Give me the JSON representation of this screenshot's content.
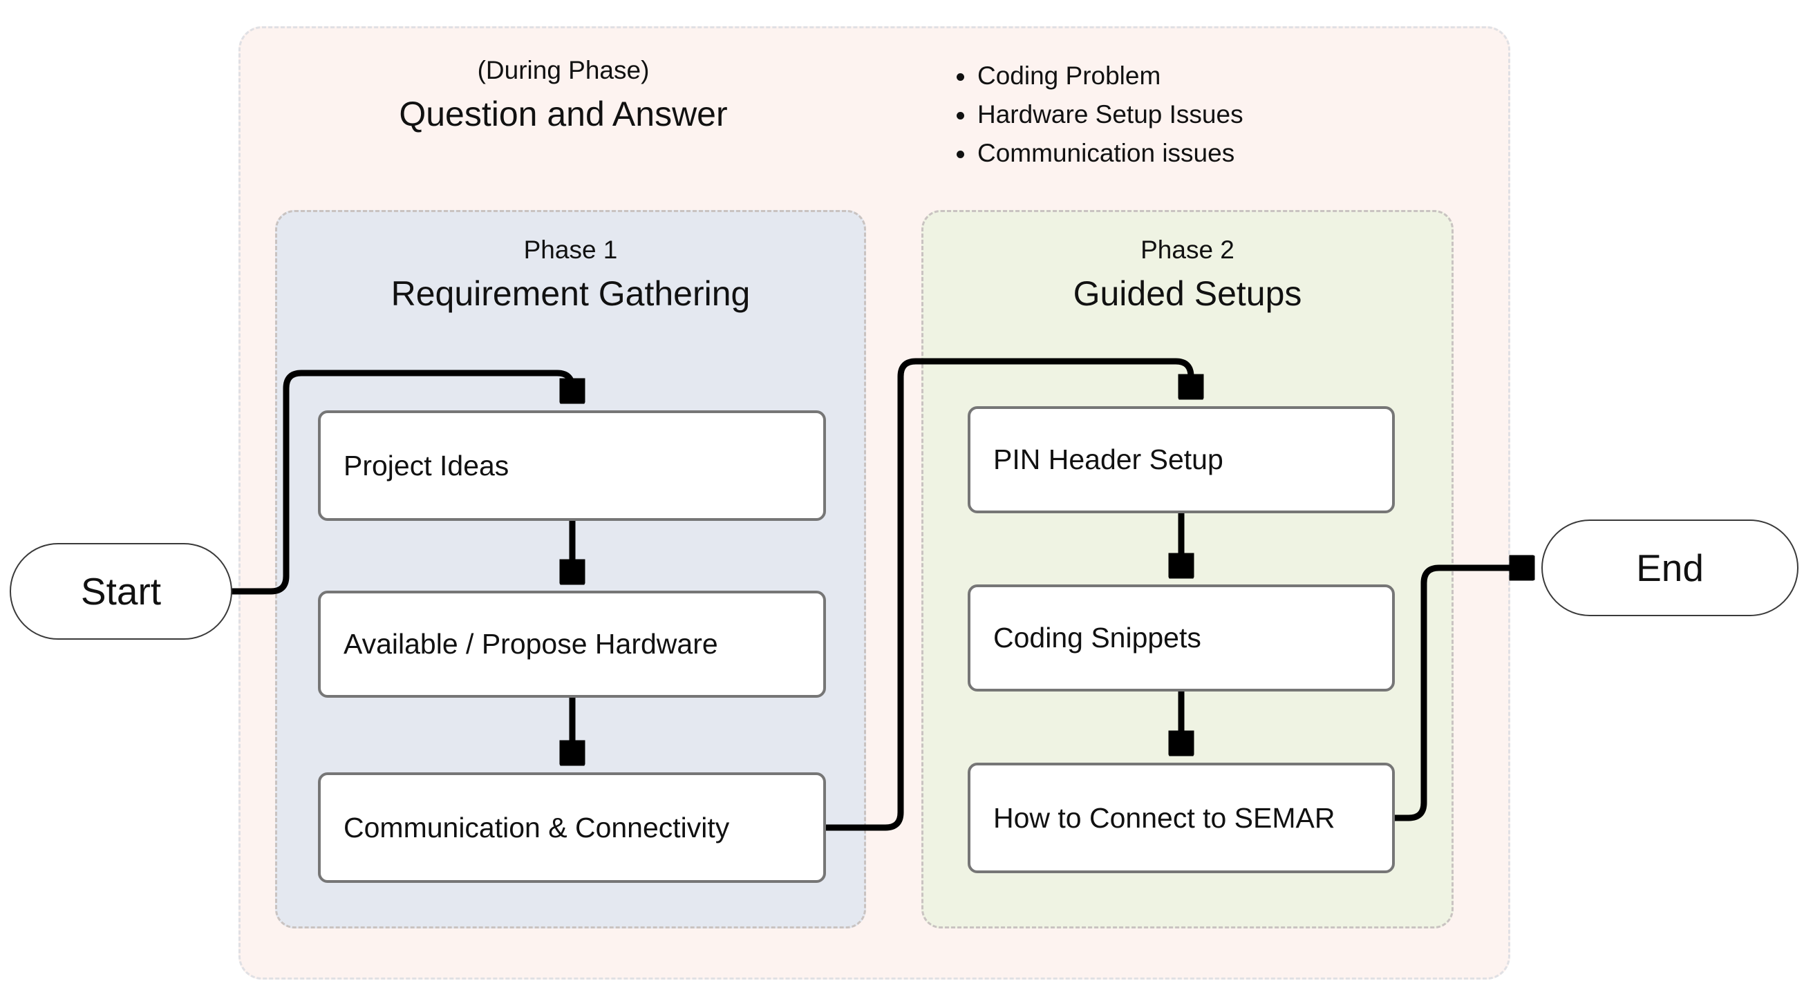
{
  "diagram": {
    "title_region": {
      "phase_note": "(During Phase)",
      "phase_title": "Question and Answer"
    },
    "issues": [
      "Coding Problem",
      "Hardware Setup Issues",
      "Communication issues"
    ],
    "phases": [
      {
        "label": "Phase 1",
        "title": "Requirement Gathering",
        "steps": [
          "Project Ideas",
          "Available / Propose Hardware",
          "Communication & Connectivity"
        ]
      },
      {
        "label": "Phase 2",
        "title": "Guided Setups",
        "steps": [
          "PIN Header Setup",
          "Coding Snippets",
          "How to Connect to SEMAR"
        ]
      }
    ],
    "terminators": {
      "start": "Start",
      "end": "End"
    },
    "colors": {
      "outer_group_fill": "#fdf3f0",
      "outer_group_border": "#e0e0e4",
      "phase1_fill": "#e4e8f0",
      "phase2_fill": "#eff3e3",
      "phase_border": "#c9c3c1",
      "node_border": "#767676",
      "node_fill": "#ffffff",
      "connector": "#000000",
      "text": "#111111"
    }
  }
}
